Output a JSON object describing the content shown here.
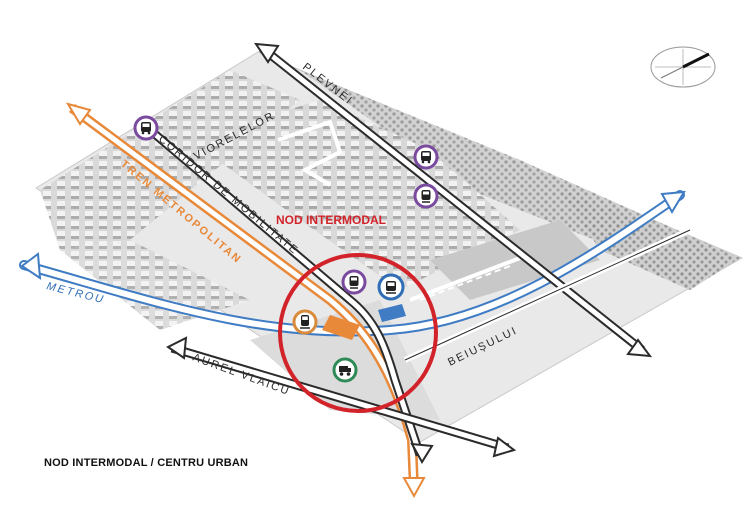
{
  "caption": "NOD INTERMODAL / CENTRU URBAN",
  "labels": {
    "nod_intermodal": "NOD INTERMODAL",
    "viorelelor": "VIORELELOR",
    "plevnei": "PLEVNEI",
    "coridor": "CORIDOR DE MOBILITATE",
    "tren": "TREN METROPOLITAN",
    "metrou": "METROU",
    "aurel_vlaicu": "AUREL VLAICU",
    "beiusului": "BEIUȘULUI"
  },
  "icons": {
    "bus_stop": "bus-icon",
    "tram_stop": "tram-icon",
    "metro_stop": "metro-icon",
    "train_stop": "train-icon",
    "bike": "bike-icon"
  },
  "colors": {
    "tren": "#e8893a",
    "metrou": "#3f7cc4",
    "nod_circle": "#d2232a",
    "bus_ring": "#7a4a9e",
    "metro_ring": "#2f6db5",
    "bike_ring": "#2e8b57",
    "train_ring": "#d98a3a",
    "road_arrow": "#2b2b2b"
  }
}
